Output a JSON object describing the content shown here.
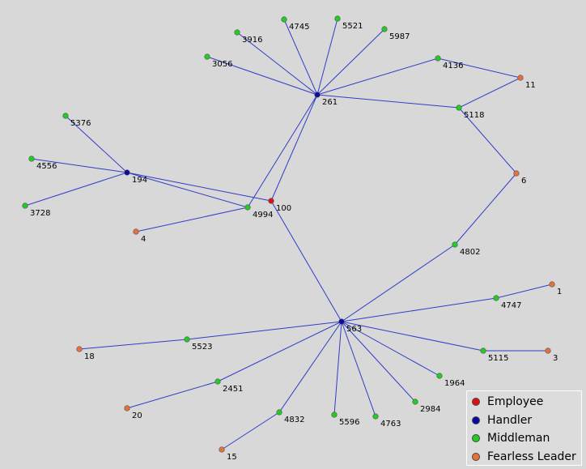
{
  "colors": {
    "Employee": "#e01010",
    "Handler": "#0a0aa0",
    "Middleman": "#22cc22",
    "Fearless Leader": "#e8703a",
    "edge": "#2f3dc8",
    "background": "#d8d8d8"
  },
  "legend": {
    "items": [
      {
        "label": "Employee",
        "role": "Employee"
      },
      {
        "label": "Handler",
        "role": "Handler"
      },
      {
        "label": "Middleman",
        "role": "Middleman"
      },
      {
        "label": "Fearless Leader",
        "role": "Fearless Leader"
      }
    ]
  },
  "graph": {
    "nodes": [
      {
        "id": "100",
        "role": "Employee"
      },
      {
        "id": "261",
        "role": "Handler"
      },
      {
        "id": "194",
        "role": "Handler"
      },
      {
        "id": "563",
        "role": "Handler"
      },
      {
        "id": "4745",
        "role": "Middleman"
      },
      {
        "id": "5521",
        "role": "Middleman"
      },
      {
        "id": "3916",
        "role": "Middleman"
      },
      {
        "id": "5987",
        "role": "Middleman"
      },
      {
        "id": "3056",
        "role": "Middleman"
      },
      {
        "id": "4136",
        "role": "Middleman"
      },
      {
        "id": "5118",
        "role": "Middleman"
      },
      {
        "id": "5376",
        "role": "Middleman"
      },
      {
        "id": "4556",
        "role": "Middleman"
      },
      {
        "id": "3728",
        "role": "Middleman"
      },
      {
        "id": "4994",
        "role": "Middleman"
      },
      {
        "id": "4802",
        "role": "Middleman"
      },
      {
        "id": "4747",
        "role": "Middleman"
      },
      {
        "id": "5523",
        "role": "Middleman"
      },
      {
        "id": "5115",
        "role": "Middleman"
      },
      {
        "id": "1964",
        "role": "Middleman"
      },
      {
        "id": "2451",
        "role": "Middleman"
      },
      {
        "id": "2984",
        "role": "Middleman"
      },
      {
        "id": "4832",
        "role": "Middleman"
      },
      {
        "id": "5596",
        "role": "Middleman"
      },
      {
        "id": "4763",
        "role": "Middleman"
      },
      {
        "id": "11",
        "role": "Fearless Leader"
      },
      {
        "id": "6",
        "role": "Fearless Leader"
      },
      {
        "id": "4",
        "role": "Fearless Leader"
      },
      {
        "id": "1",
        "role": "Fearless Leader"
      },
      {
        "id": "18",
        "role": "Fearless Leader"
      },
      {
        "id": "3",
        "role": "Fearless Leader"
      },
      {
        "id": "20",
        "role": "Fearless Leader"
      },
      {
        "id": "15",
        "role": "Fearless Leader"
      }
    ],
    "edges": [
      [
        "261",
        "4745"
      ],
      [
        "261",
        "5521"
      ],
      [
        "261",
        "3916"
      ],
      [
        "261",
        "5987"
      ],
      [
        "261",
        "3056"
      ],
      [
        "261",
        "4136"
      ],
      [
        "261",
        "5118"
      ],
      [
        "261",
        "100"
      ],
      [
        "261",
        "4994"
      ],
      [
        "4136",
        "11"
      ],
      [
        "5118",
        "11"
      ],
      [
        "5118",
        "6"
      ],
      [
        "6",
        "4802"
      ],
      [
        "4802",
        "563"
      ],
      [
        "194",
        "5376"
      ],
      [
        "194",
        "4556"
      ],
      [
        "194",
        "3728"
      ],
      [
        "194",
        "100"
      ],
      [
        "194",
        "4994"
      ],
      [
        "100",
        "563"
      ],
      [
        "4994",
        "4"
      ],
      [
        "563",
        "4747"
      ],
      [
        "4747",
        "1"
      ],
      [
        "563",
        "5523"
      ],
      [
        "5523",
        "18"
      ],
      [
        "563",
        "5115"
      ],
      [
        "5115",
        "3"
      ],
      [
        "563",
        "1964"
      ],
      [
        "563",
        "2451"
      ],
      [
        "2451",
        "20"
      ],
      [
        "563",
        "2984"
      ],
      [
        "563",
        "4832"
      ],
      [
        "4832",
        "15"
      ],
      [
        "563",
        "5596"
      ],
      [
        "563",
        "4763"
      ]
    ]
  }
}
